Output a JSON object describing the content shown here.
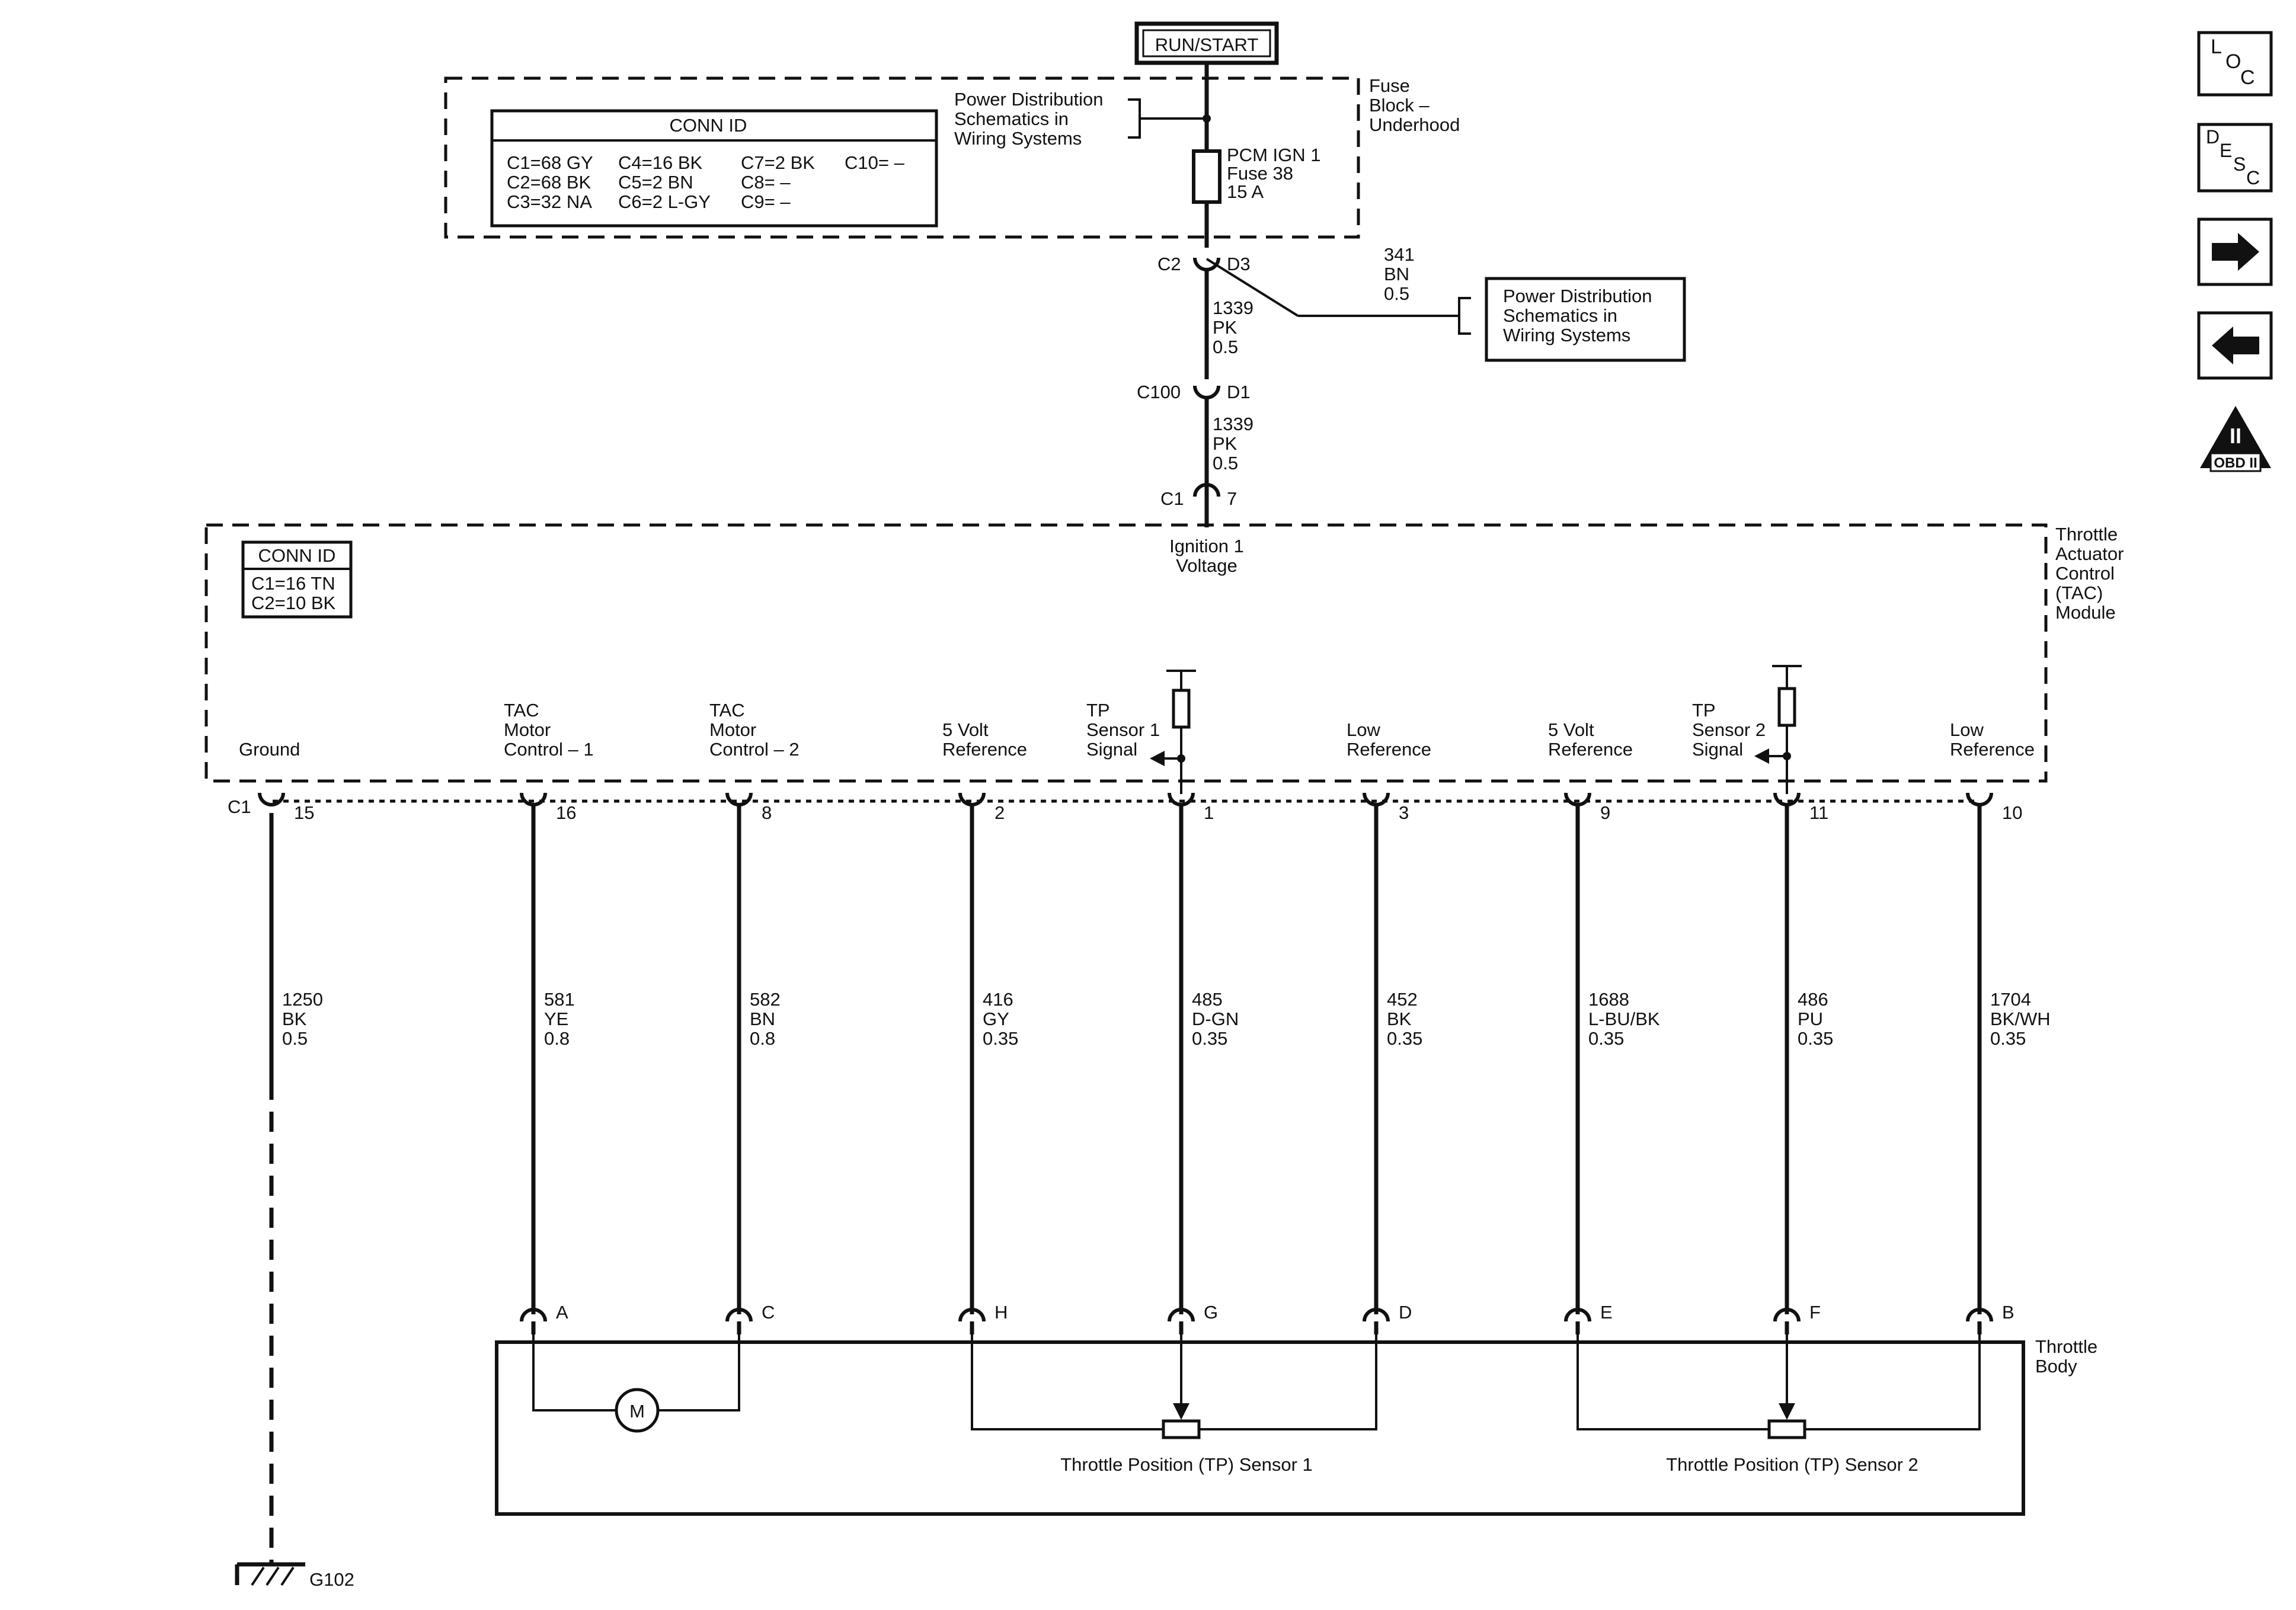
{
  "run_start": "RUN/START",
  "fuse_block": {
    "label": [
      "Fuse",
      "Block –",
      "Underhood"
    ],
    "conn_id_title": "CONN ID",
    "conn_id_rows": [
      [
        "C1=68 GY",
        "C4=16 BK",
        "C7=2 BK",
        "C10= –"
      ],
      [
        "C2=68 BK",
        "C5=2 BN",
        "C8= –",
        ""
      ],
      [
        "C3=32 NA",
        "C6=2 L-GY",
        "C9= –",
        ""
      ]
    ],
    "power_dist_ref": [
      "Power Distribution",
      "Schematics in",
      "Wiring Systems"
    ],
    "fuse": [
      "PCM IGN 1",
      "Fuse 38",
      "15 A"
    ]
  },
  "connector_c2": {
    "left": "C2",
    "right": "D3"
  },
  "branch_wire": [
    "341",
    "BN",
    "0.5"
  ],
  "branch_ref": [
    "Power Distribution",
    "Schematics in",
    "Wiring Systems"
  ],
  "wire_upper": [
    "1339",
    "PK",
    "0.5"
  ],
  "connector_c100": {
    "left": "C100",
    "right": "D1"
  },
  "wire_lower": [
    "1339",
    "PK",
    "0.5"
  ],
  "connector_c1_top": {
    "left": "C1",
    "right": "7"
  },
  "tac_module": {
    "label": [
      "Throttle",
      "Actuator",
      "Control",
      "(TAC)",
      "Module"
    ],
    "conn_id_title": "CONN ID",
    "conn_id_rows": [
      "C1=16 TN",
      "C2=10 BK"
    ],
    "ignition_label": [
      "Ignition 1",
      "Voltage"
    ]
  },
  "c1_label": "C1",
  "pins": [
    {
      "name": [
        "Ground"
      ],
      "pin": "15",
      "wire": [
        "1250",
        "BK",
        "0.5"
      ],
      "tb_pin": ""
    },
    {
      "name": [
        "TAC",
        "Motor",
        "Control – 1"
      ],
      "pin": "16",
      "wire": [
        "581",
        "YE",
        "0.8"
      ],
      "tb_pin": "A"
    },
    {
      "name": [
        "TAC",
        "Motor",
        "Control – 2"
      ],
      "pin": "8",
      "wire": [
        "582",
        "BN",
        "0.8"
      ],
      "tb_pin": "C"
    },
    {
      "name": [
        "5 Volt",
        "Reference"
      ],
      "pin": "2",
      "wire": [
        "416",
        "GY",
        "0.35"
      ],
      "tb_pin": "H"
    },
    {
      "name": [
        "TP",
        "Sensor 1",
        "Signal"
      ],
      "pin": "1",
      "wire": [
        "485",
        "D-GN",
        "0.35"
      ],
      "tb_pin": "G"
    },
    {
      "name": [
        "Low",
        "Reference"
      ],
      "pin": "3",
      "wire": [
        "452",
        "BK",
        "0.35"
      ],
      "tb_pin": "D"
    },
    {
      "name": [
        "5 Volt",
        "Reference"
      ],
      "pin": "9",
      "wire": [
        "1688",
        "L-BU/BK",
        "0.35"
      ],
      "tb_pin": "E"
    },
    {
      "name": [
        "TP",
        "Sensor 2",
        "Signal"
      ],
      "pin": "11",
      "wire": [
        "486",
        "PU",
        "0.35"
      ],
      "tb_pin": "F"
    },
    {
      "name": [
        "Low",
        "Reference"
      ],
      "pin": "10",
      "wire": [
        "1704",
        "BK/WH",
        "0.35"
      ],
      "tb_pin": "B"
    }
  ],
  "throttle_body": {
    "label": [
      "Throttle",
      "Body"
    ],
    "motor": "M",
    "sensor1": "Throttle Position (TP) Sensor 1",
    "sensor2": "Throttle Position (TP) Sensor 2"
  },
  "ground_label": "G102",
  "nav": {
    "loc": [
      "L",
      "O",
      "C"
    ],
    "desc": [
      "D",
      "E",
      "S",
      "C"
    ],
    "obd": [
      "II",
      "OBD II"
    ]
  }
}
